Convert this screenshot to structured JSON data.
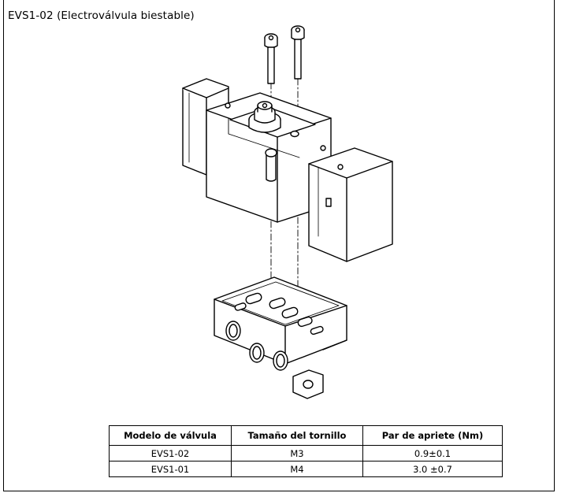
{
  "title": "EVS1-02 (Electroválvula biestable)",
  "table": {
    "headers": [
      "Modelo de válvula",
      "Tamaño del tornillo",
      "Par de apriete (Nm)"
    ],
    "rows": [
      [
        "EVS1-02",
        "M3",
        "0.9±0.1"
      ],
      [
        "EVS1-01",
        "M4",
        "3.0 ±0.7"
      ]
    ]
  }
}
